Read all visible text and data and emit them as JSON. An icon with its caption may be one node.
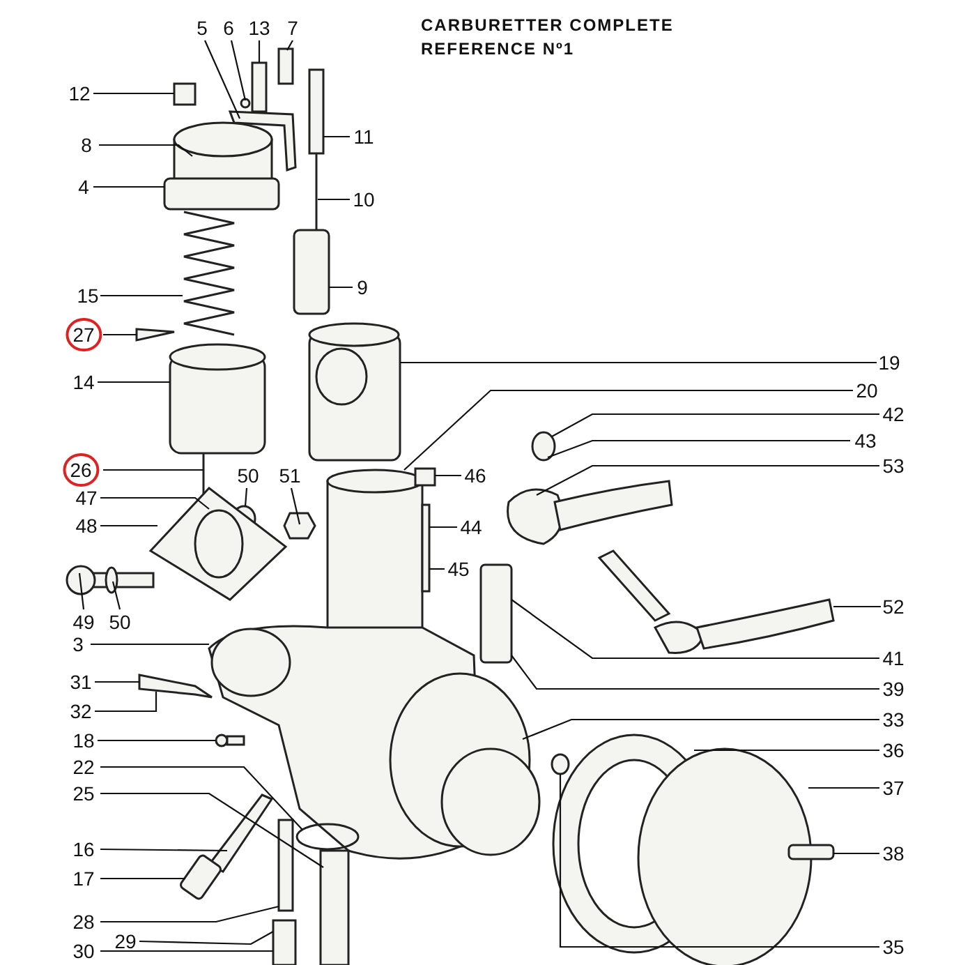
{
  "diagram": {
    "title": "CARBURETTER COMPLETE REFERENCE Nº1",
    "nodes": [
      {
        "text": [
          "5"
        ]
      },
      {
        "text": [
          "6"
        ]
      },
      {
        "text": [
          "13"
        ]
      },
      {
        "text": [
          "7"
        ]
      },
      {
        "text": [
          "12"
        ]
      },
      {
        "text": [
          "8"
        ]
      },
      {
        "text": [
          "11"
        ]
      },
      {
        "text": [
          "4"
        ]
      },
      {
        "text": [
          "10"
        ]
      },
      {
        "text": [
          "15"
        ]
      },
      {
        "text": [
          "9"
        ]
      },
      {
        "text": [
          "27"
        ]
      },
      {
        "text": [
          "14"
        ]
      },
      {
        "text": [
          "19"
        ]
      },
      {
        "text": [
          "20"
        ]
      },
      {
        "text": [
          "42"
        ]
      },
      {
        "text": [
          "43"
        ]
      },
      {
        "text": [
          "26"
        ]
      },
      {
        "text": [
          "53"
        ]
      },
      {
        "text": [
          "50"
        ]
      },
      {
        "text": [
          "51"
        ]
      },
      {
        "text": [
          "46"
        ]
      },
      {
        "text": [
          "47"
        ]
      },
      {
        "text": [
          "44"
        ]
      },
      {
        "text": [
          "48"
        ]
      },
      {
        "text": [
          "45"
        ]
      },
      {
        "text": [
          "49"
        ]
      },
      {
        "text": [
          "50"
        ]
      },
      {
        "text": [
          "3"
        ]
      },
      {
        "text": [
          "52"
        ]
      },
      {
        "text": [
          "41"
        ]
      },
      {
        "text": [
          "39"
        ]
      },
      {
        "text": [
          "31"
        ]
      },
      {
        "text": [
          "32"
        ]
      },
      {
        "text": [
          "18"
        ]
      },
      {
        "text": [
          "33"
        ]
      },
      {
        "text": [
          "22"
        ]
      },
      {
        "text": [
          "36"
        ]
      },
      {
        "text": [
          "25"
        ]
      },
      {
        "text": [
          "37"
        ]
      },
      {
        "text": [
          "16"
        ]
      },
      {
        "text": [
          "38"
        ]
      },
      {
        "text": [
          "17"
        ]
      },
      {
        "text": [
          "28"
        ]
      },
      {
        "text": [
          "29"
        ]
      },
      {
        "text": [
          "35"
        ]
      },
      {
        "text": [
          "30"
        ]
      }
    ],
    "edges": [
      {
        "from": 0,
        "to": null,
        "arrow": "none"
      },
      {
        "from": 1,
        "to": null,
        "arrow": "none"
      },
      {
        "from": 2,
        "to": null,
        "arrow": "none"
      },
      {
        "from": 3,
        "to": null,
        "arrow": "none"
      },
      {
        "from": 4,
        "to": null,
        "arrow": "none"
      },
      {
        "from": 5,
        "to": null,
        "arrow": "none"
      },
      {
        "from": 6,
        "to": null,
        "arrow": "none"
      },
      {
        "from": 7,
        "to": null,
        "arrow": "none"
      },
      {
        "from": 8,
        "to": null,
        "arrow": "none"
      },
      {
        "from": 9,
        "to": null,
        "arrow": "none"
      },
      {
        "from": 10,
        "to": null,
        "arrow": "none"
      },
      {
        "from": 11,
        "to": null,
        "arrow": "none"
      },
      {
        "from": 12,
        "to": null,
        "arrow": "none"
      },
      {
        "from": 13,
        "to": null,
        "arrow": "none"
      },
      {
        "from": 14,
        "to": null,
        "arrow": "none"
      },
      {
        "from": 15,
        "to": null,
        "arrow": "none"
      },
      {
        "from": 16,
        "to": null,
        "arrow": "none"
      },
      {
        "from": 17,
        "to": null,
        "arrow": "none"
      },
      {
        "from": 18,
        "to": null,
        "arrow": "none"
      },
      {
        "from": 19,
        "to": null,
        "arrow": "none"
      },
      {
        "from": 20,
        "to": null,
        "arrow": "none"
      },
      {
        "from": 21,
        "to": null,
        "arrow": "none"
      },
      {
        "from": 22,
        "to": null,
        "arrow": "none"
      },
      {
        "from": 23,
        "to": null,
        "arrow": "none"
      },
      {
        "from": 24,
        "to": null,
        "arrow": "none"
      },
      {
        "from": 25,
        "to": null,
        "arrow": "none"
      },
      {
        "from": 26,
        "to": null,
        "arrow": "none"
      },
      {
        "from": 27,
        "to": null,
        "arrow": "none"
      },
      {
        "from": 28,
        "to": null,
        "arrow": "none"
      },
      {
        "from": 29,
        "to": null,
        "arrow": "none"
      },
      {
        "from": 30,
        "to": null,
        "arrow": "none"
      },
      {
        "from": 31,
        "to": null,
        "arrow": "none"
      },
      {
        "from": 32,
        "to": null,
        "arrow": "none"
      },
      {
        "from": 33,
        "to": null,
        "arrow": "none"
      },
      {
        "from": 34,
        "to": null,
        "arrow": "none"
      },
      {
        "from": 35,
        "to": null,
        "arrow": "none"
      },
      {
        "from": 36,
        "to": null,
        "arrow": "none"
      },
      {
        "from": 37,
        "to": null,
        "arrow": "none"
      },
      {
        "from": 38,
        "to": null,
        "arrow": "none"
      },
      {
        "from": 39,
        "to": null,
        "arrow": "none"
      },
      {
        "from": 40,
        "to": null,
        "arrow": "none"
      },
      {
        "from": 41,
        "to": null,
        "arrow": "none"
      },
      {
        "from": 42,
        "to": null,
        "arrow": "none"
      },
      {
        "from": 43,
        "to": null,
        "arrow": "none"
      },
      {
        "from": 44,
        "to": null,
        "arrow": "none"
      },
      {
        "from": 45,
        "to": null,
        "arrow": "none"
      },
      {
        "from": 46,
        "to": null,
        "arrow": "none"
      }
    ]
  }
}
